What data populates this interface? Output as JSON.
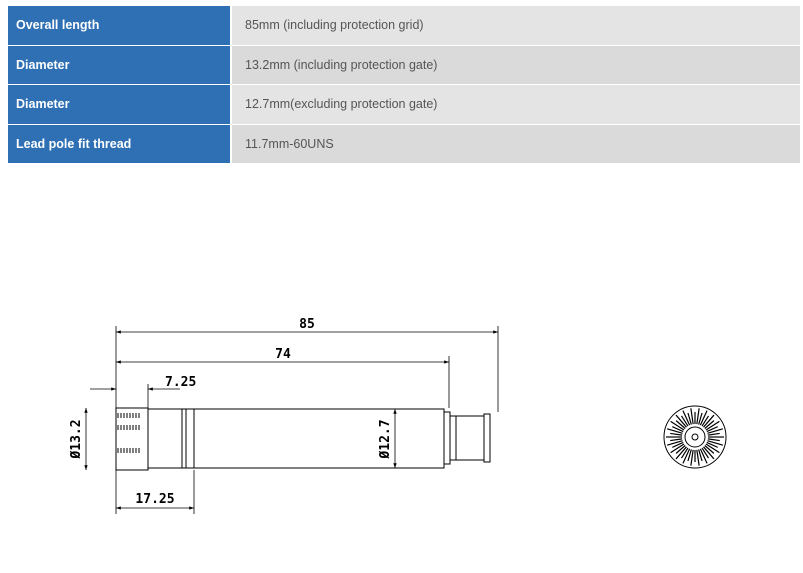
{
  "specs": [
    {
      "label": "Overall length",
      "value": "85mm (including protection grid)"
    },
    {
      "label": "Diameter",
      "value": "13.2mm (including protection gate)"
    },
    {
      "label": "Diameter",
      "value": "12.7mm(excluding protection gate)"
    },
    {
      "label": "Lead pole fit thread",
      "value": "11.7mm-60UNS"
    }
  ],
  "drawing": {
    "dim_overall": "85",
    "dim_body": "74",
    "dim_head": "7.25",
    "dim_grid": "17.25",
    "dia_head": "Ø13.2",
    "dia_body": "Ø12.7"
  },
  "colors": {
    "label_bg": "#2f6fb3",
    "value_bg": "#e4e4e4"
  }
}
